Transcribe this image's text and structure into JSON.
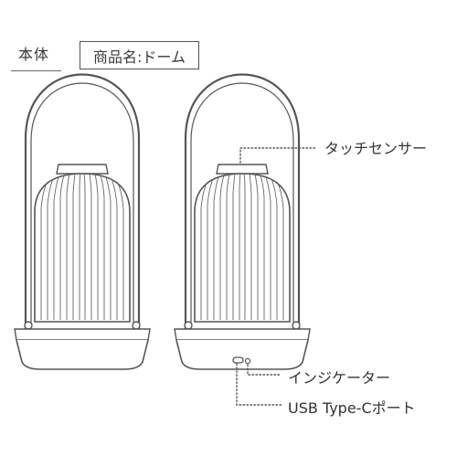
{
  "header": {
    "section_label": "本体",
    "product_name": "商品名:ドーム"
  },
  "callouts": {
    "touch_sensor": "タッチセンサー",
    "indicator": "インジケーター",
    "usb_port": "USB Type-Cポート"
  },
  "lamps": [
    {
      "name": "lamp-left",
      "icon": "dome-lantern-icon"
    },
    {
      "name": "lamp-right",
      "icon": "dome-lantern-icon"
    }
  ],
  "colors": {
    "outline": "#555555",
    "leader_line": "#555555"
  }
}
